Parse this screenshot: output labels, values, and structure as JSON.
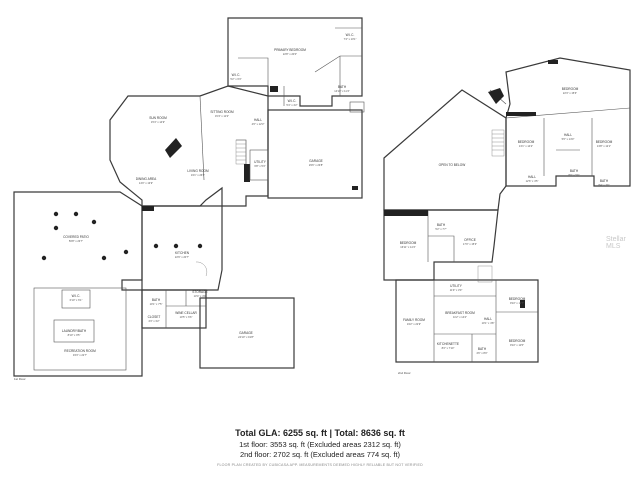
{
  "summary": {
    "total_line": "Total GLA: 6255 sq. ft | Total: 8636 sq. ft",
    "floor1_line": "1st floor: 3553 sq. ft (Excluded areas 2312 sq. ft)",
    "floor2_line": "2nd floor: 2702 sq. ft (Excluded areas 774 sq. ft)",
    "credit_line": "FLOOR PLAN CREATED BY CUBICASA APP. MEASUREMENTS DEEMED HIGHLY RELIABLE BUT NOT VERIFIED"
  },
  "watermark": "Stellar MLS",
  "floors": {
    "first": {
      "label": "1st Floor",
      "rooms": {
        "primary_bedroom": {
          "name": "PRIMARY BEDROOM",
          "dim": "22'8\" x 20'0\""
        },
        "wic_top": {
          "name": "W.I.C.",
          "dim": "7'4\" x 10'1\""
        },
        "bath_primary": {
          "name": "BATH",
          "dim": "14'10\" x 11'4\""
        },
        "wic_mid": {
          "name": "W.I.C.",
          "dim": "5'2\" x 6'3\""
        },
        "wic_small": {
          "name": "W.I.C.",
          "dim": "5'4\" x 4'2\""
        },
        "sitting_room": {
          "name": "SITTING ROOM",
          "dim": "15'4\" x 11'3\""
        },
        "hall_1": {
          "name": "HALL",
          "dim": "4'6\" x 12'3\""
        },
        "sun_room": {
          "name": "SUN ROOM",
          "dim": "15'4\" x 14'9\""
        },
        "living_room": {
          "name": "LIVING ROOM",
          "dim": "19'1\" x 26'6\""
        },
        "utility_1": {
          "name": "UTILITY",
          "dim": "6'8\" x 5'3\""
        },
        "garage_top": {
          "name": "GARAGE",
          "dim": "29'6\" x 23'8\""
        },
        "dining_area": {
          "name": "DINING AREA",
          "dim": "14'0\" x 13'9\""
        },
        "covered_patio": {
          "name": "COVERED PATIO",
          "dim": "56'8\" x 23'7\""
        },
        "kitchen": {
          "name": "KITCHEN",
          "dim": "22'9\" x 20'7\""
        },
        "bath_1": {
          "name": "BATH",
          "dim": "10'1\" x 7'5\""
        },
        "storage": {
          "name": "STORAGE",
          "dim": "13'4\" x 4'9\""
        },
        "wine_cellar": {
          "name": "WINE CELLAR",
          "dim": "10'5\" x 6'6\""
        },
        "closet_1": {
          "name": "CLOSET",
          "dim": "4'3\" x 3'2\""
        },
        "wic_patio": {
          "name": "W.I.C.",
          "dim": "6'10\" x 6'1\""
        },
        "laundry_bath": {
          "name": "LAUNDRY/BATH",
          "dim": "8'10\" x 9'5\""
        },
        "recreation_room": {
          "name": "RECREATION ROOM",
          "dim": "33'3\" x 22'7\""
        },
        "garage_bottom": {
          "name": "GARAGE",
          "dim": "24'10\" x 19'8\""
        }
      }
    },
    "second": {
      "label": "2nd Floor",
      "rooms": {
        "bedroom_top": {
          "name": "BEDROOM",
          "dim": "22'3\" x 15'6\""
        },
        "bedroom_left": {
          "name": "BEDROOM",
          "dim": "13'1\" x 14'2\""
        },
        "hall_2": {
          "name": "HALL",
          "dim": "5'6\" x 14'0\""
        },
        "bedroom_right": {
          "name": "BEDROOM",
          "dim": "13'8\" x 12'1\""
        },
        "open_to_below": {
          "name": "OPEN TO BELOW",
          "dim": ""
        },
        "hall_3": {
          "name": "HALL",
          "dim": "12'6\" x 4'5\""
        },
        "bath_2": {
          "name": "BATH",
          "dim": "8'0\" x 5'6\""
        },
        "bath_3": {
          "name": "BATH",
          "dim": "8'4\" x 7'6\""
        },
        "bedroom_mid": {
          "name": "BEDROOM",
          "dim": "16'11\" x 14'4\""
        },
        "bath_4": {
          "name": "BATH",
          "dim": "5'2\" x 7'7\""
        },
        "office": {
          "name": "OFFICE",
          "dim": "17'0\" x 15'3\""
        },
        "utility_2": {
          "name": "UTILITY",
          "dim": "11'9\" x 3'0\""
        },
        "bedroom_r2": {
          "name": "BEDROOM",
          "dim": "9'10\" x 11'7\""
        },
        "breakfast_room": {
          "name": "BREAKFAST ROOM",
          "dim": "11'2\" x 14'4\""
        },
        "family_room": {
          "name": "FAMILY ROOM",
          "dim": "19'2\" x 22'9\""
        },
        "hall_4": {
          "name": "HALL",
          "dim": "10'1\" x 4'8\""
        },
        "bedroom_r3": {
          "name": "BEDROOM",
          "dim": "9'10\" x 11'5\""
        },
        "kitchenette": {
          "name": "KITCHENETTE",
          "dim": "8'2\" x 7'10\""
        },
        "bath_5": {
          "name": "BATH",
          "dim": "4'6\" x 8'0\""
        }
      }
    }
  }
}
